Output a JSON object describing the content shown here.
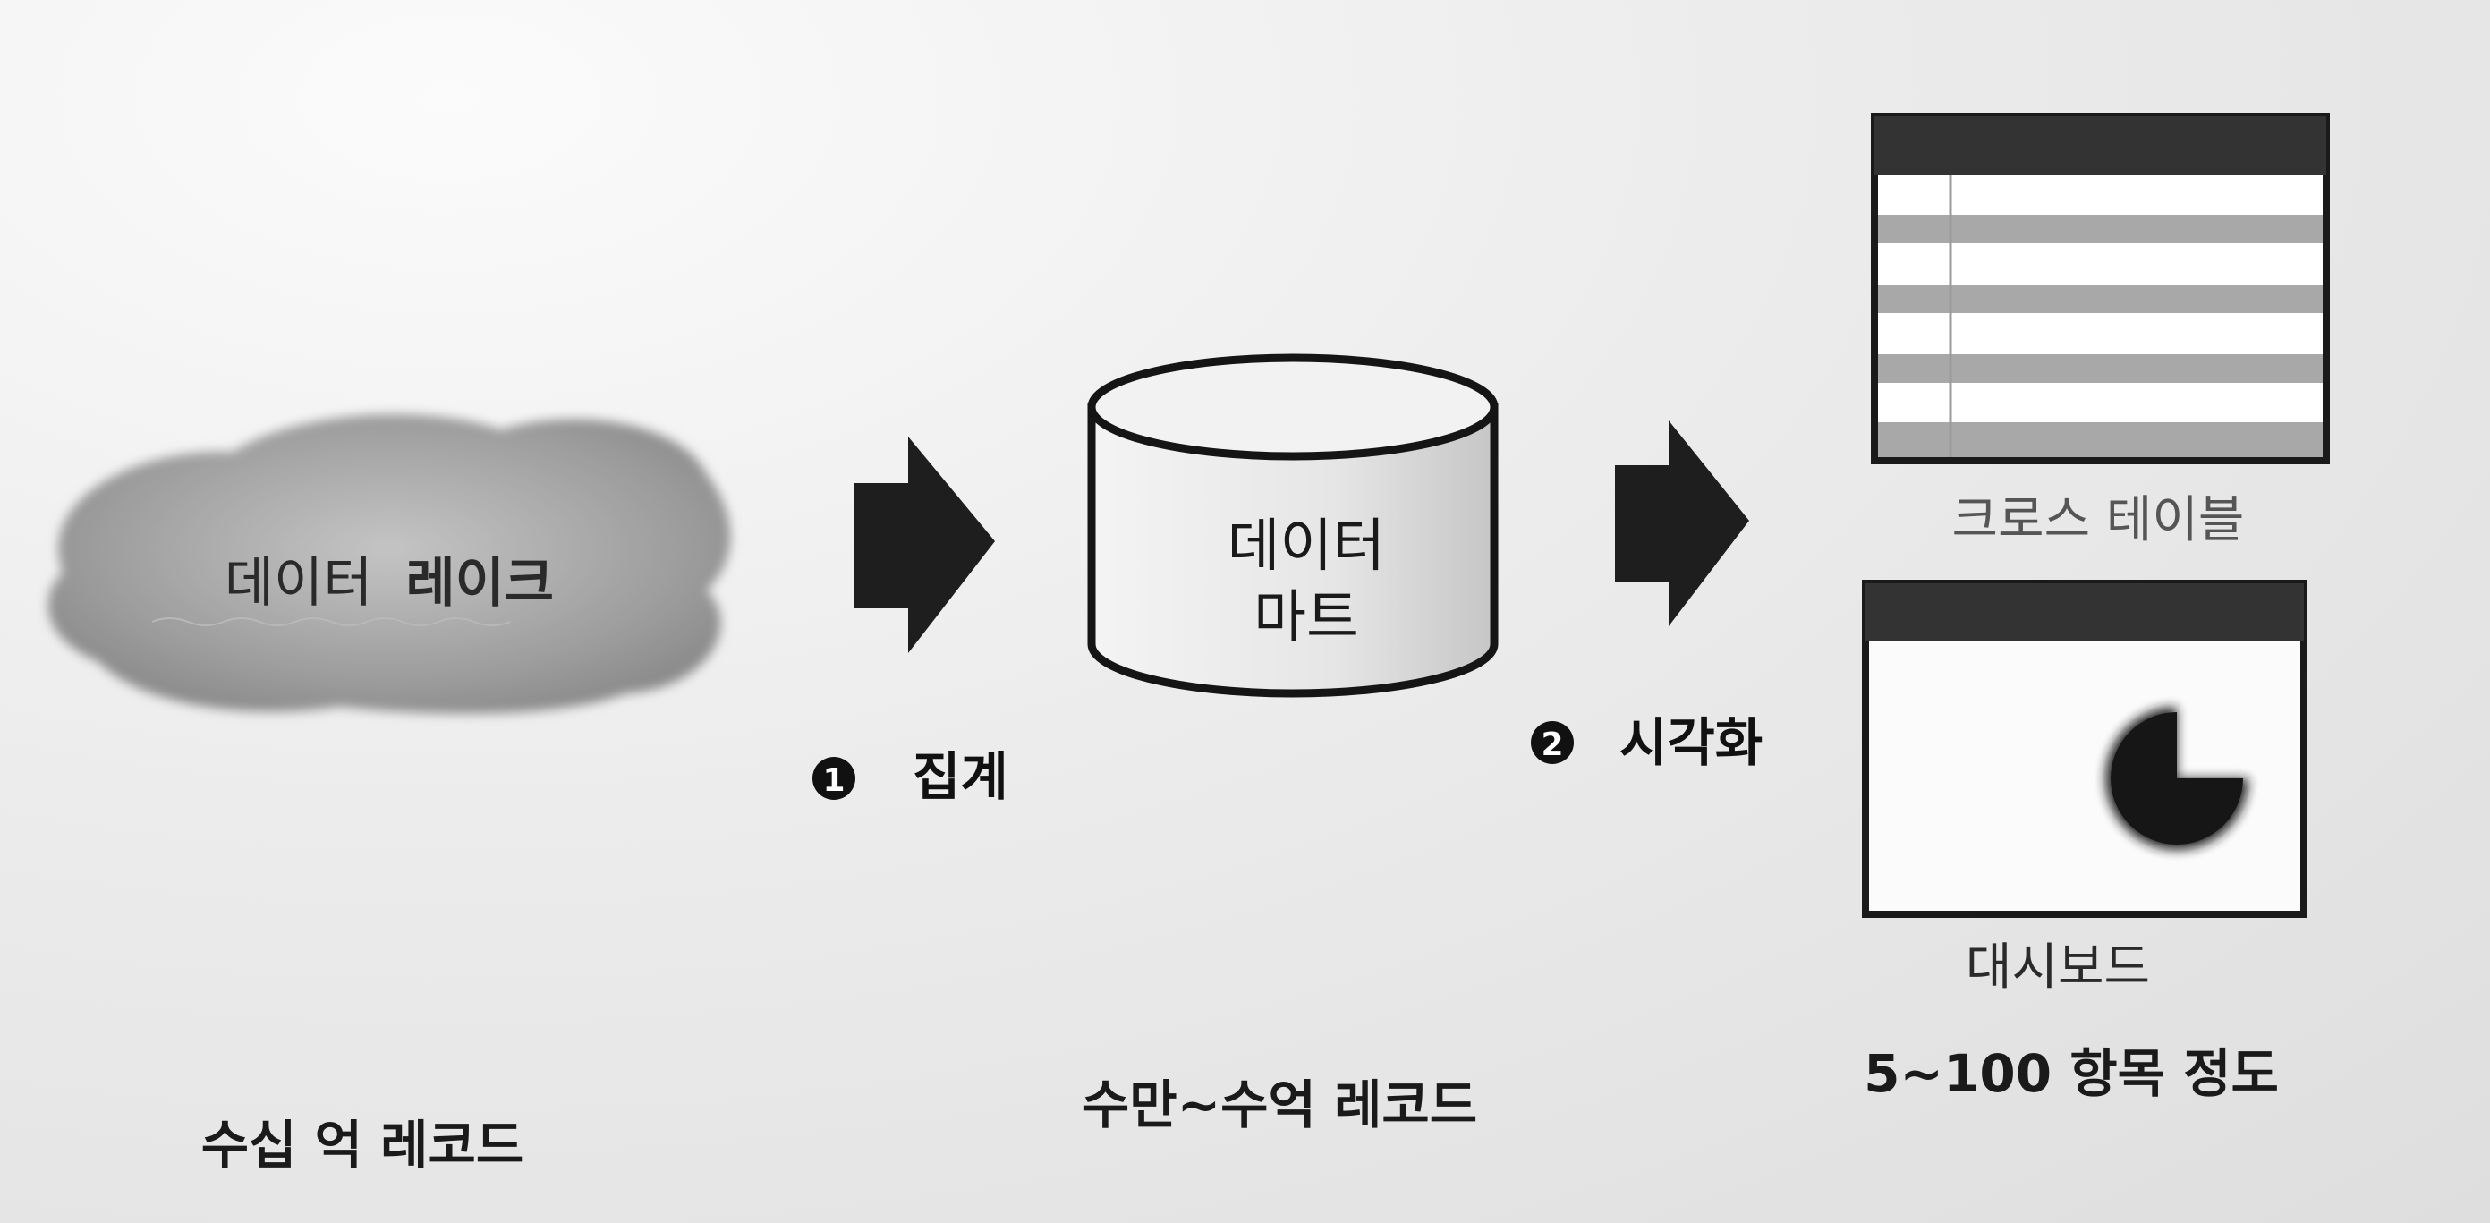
{
  "lake": {
    "label_part1": "데이터",
    "label_part2": "레이크",
    "volume": "수십 억 레코드"
  },
  "step1": {
    "number": "1",
    "label": "집계"
  },
  "mart": {
    "label_line1": "데이터",
    "label_line2": "마트",
    "volume": "수만~수억 레코드"
  },
  "step2": {
    "number": "2",
    "label": "시각화"
  },
  "outputs": {
    "cross_table": "크로스 테이블",
    "dashboard": "대시보드",
    "volume": "5~100 항목 정도"
  },
  "colors": {
    "ink": "#1a1a1a",
    "cloud": "#9a9a9a",
    "table_stripe": "#a8a8a8",
    "header": "#333333"
  }
}
